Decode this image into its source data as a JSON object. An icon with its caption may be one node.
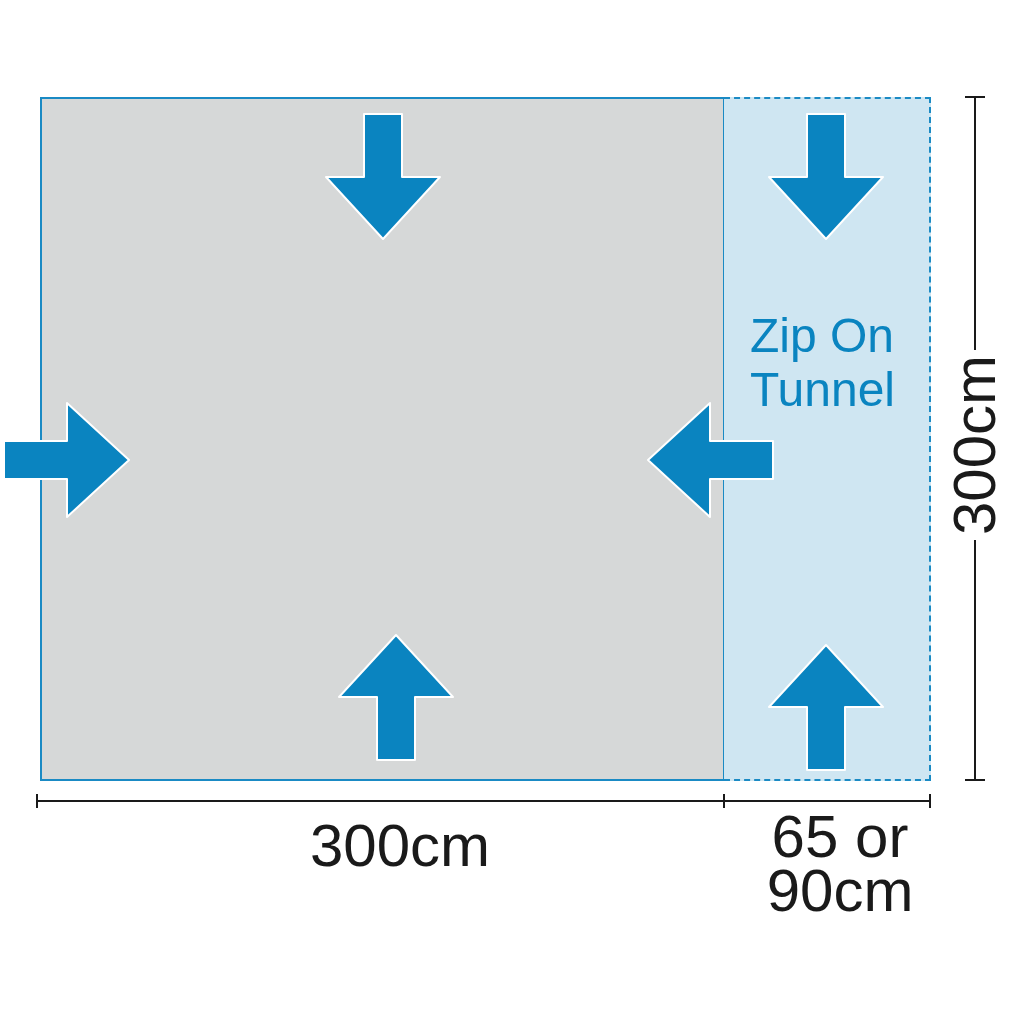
{
  "diagram": {
    "nodes": [
      {
        "text": [],
        "shape": "box"
      },
      {
        "text": [
          "Zip On Tunnel"
        ]
      }
    ],
    "edges": [
      {
        "from": 1,
        "to": 0,
        "arrow": "to"
      }
    ],
    "labels": [
      "300cm",
      "300cm",
      "65 or 90cm"
    ]
  }
}
